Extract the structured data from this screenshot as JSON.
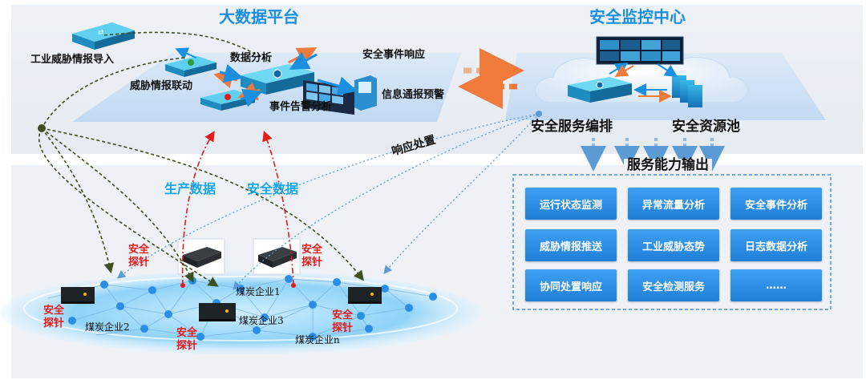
{
  "platform": {
    "title": "大数据平台",
    "threat_intel_import": "工业威胁情报导入",
    "data_analysis": "数据分析",
    "threat_intel_link": "威胁情报联动",
    "incident_response": "安全事件响应",
    "alert_analysis": "事件告警分析",
    "info_warning": "信息通报预警"
  },
  "soc": {
    "title": "安全监控中心",
    "orchestration": "安全服务编排",
    "resource_pool": "安全资源池"
  },
  "flows": {
    "response": "响应处置",
    "production_data": "生产数据",
    "security_data": "安全数据",
    "service_output": "服务能力输出"
  },
  "services": [
    "运行状态监测",
    "异常流量分析",
    "安全事件分析",
    "威胁情报推送",
    "工业威胁态势",
    "日志数据分析",
    "协同处置响应",
    "安全检测服务",
    "……"
  ],
  "probes": [
    "安全\n探针",
    "安全\n探针",
    "安全\n探针",
    "安全\n探针",
    "安全\n探针"
  ],
  "enterprises": [
    "煤炭企业1",
    "煤炭企业2",
    "煤炭企业3",
    "煤炭企业n"
  ],
  "colors": {
    "accent_blue": "#1a8fe0",
    "alert_red": "#e31b1b",
    "service_blue": "#2a8ee6",
    "flow_orange": "#ee7b3b",
    "dashed_green": "#4b5e2a"
  }
}
